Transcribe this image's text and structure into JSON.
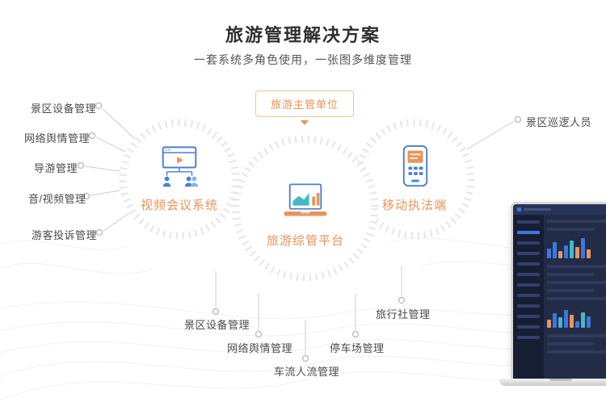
{
  "header": {
    "title": "旅游管理解决方案",
    "subtitle": "一套系统多角色使用，一张图多维度管理"
  },
  "authority_badge": {
    "label": "旅游主管单位"
  },
  "nodes": {
    "video_conference": {
      "label": "视频会议系统",
      "icon": "video-conference-icon"
    },
    "platform": {
      "label": "旅游综管平台",
      "icon": "laptop-chart-icon"
    },
    "mobile_enforcement": {
      "label": "移动执法端",
      "icon": "mobile-terminal-icon"
    }
  },
  "left_labels": [
    {
      "label": "景区设备管理"
    },
    {
      "label": "网络舆情管理"
    },
    {
      "label": "导游管理"
    },
    {
      "label": "音/视频管理"
    },
    {
      "label": "游客投诉管理"
    }
  ],
  "right_labels": [
    {
      "label": "景区巡逻人员"
    }
  ],
  "bottom_labels": [
    {
      "label": "景区设备管理"
    },
    {
      "label": "网络舆情管理"
    },
    {
      "label": "车流人流管理"
    },
    {
      "label": "停车场管理"
    },
    {
      "label": "旅行社管理"
    }
  ],
  "colors": {
    "accent_orange": "#E8935A",
    "icon_blue": "#4A7FD0",
    "title_text": "#2E2E2E",
    "label_text": "#4A4A4A",
    "connector_gray": "#CCCCCC",
    "ring_gray": "#E7E7E7",
    "dashboard_navy": "#1C2438"
  }
}
